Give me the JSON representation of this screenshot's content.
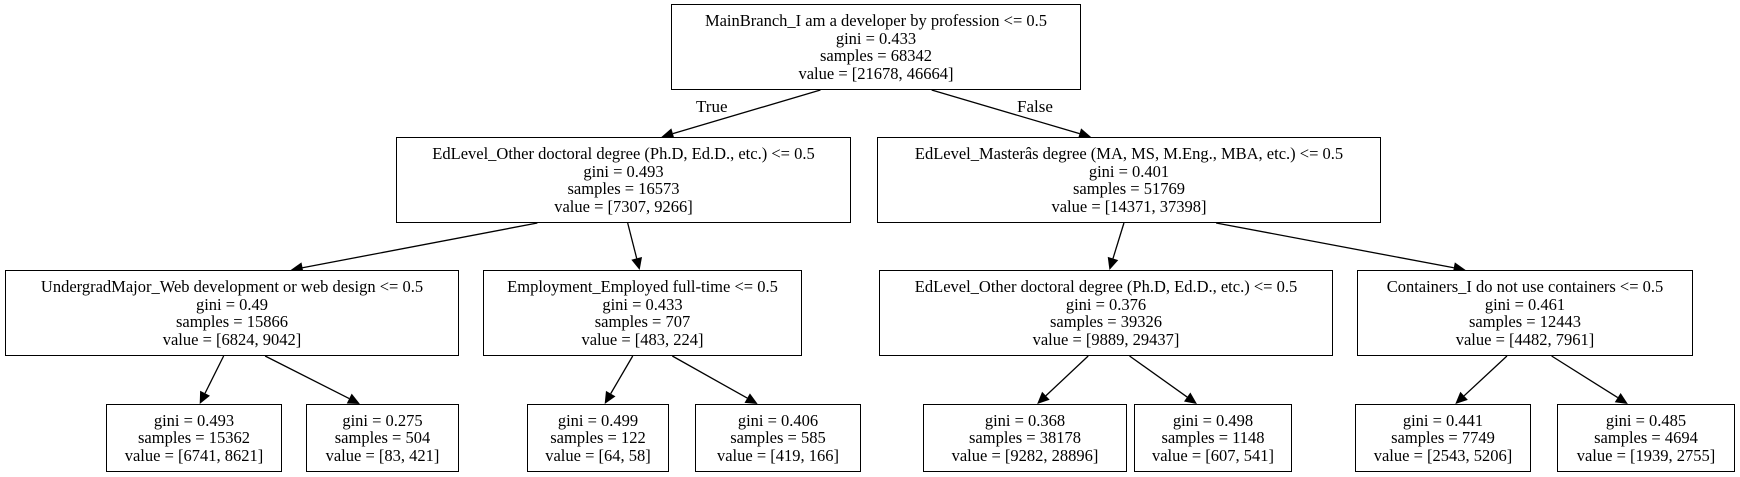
{
  "nodes": [
    {
      "id": "n0",
      "lines": [
        "MainBranch_I am a developer by profession <= 0.5",
        "gini = 0.433",
        "samples = 68342",
        "value = [21678, 46664]"
      ]
    },
    {
      "id": "n1",
      "lines": [
        "EdLevel_Other doctoral degree (Ph.D, Ed.D., etc.) <= 0.5",
        "gini = 0.493",
        "samples = 16573",
        "value = [7307, 9266]"
      ]
    },
    {
      "id": "n2",
      "lines": [
        "EdLevel_Masterâs degree (MA, MS, M.Eng., MBA, etc.) <= 0.5",
        "gini = 0.401",
        "samples = 51769",
        "value = [14371, 37398]"
      ]
    },
    {
      "id": "n3",
      "lines": [
        "UndergradMajor_Web development or web design <= 0.5",
        "gini = 0.49",
        "samples = 15866",
        "value = [6824, 9042]"
      ]
    },
    {
      "id": "n4",
      "lines": [
        "Employment_Employed full-time <= 0.5",
        "gini = 0.433",
        "samples = 707",
        "value = [483, 224]"
      ]
    },
    {
      "id": "n5",
      "lines": [
        "EdLevel_Other doctoral degree (Ph.D, Ed.D., etc.) <= 0.5",
        "gini = 0.376",
        "samples = 39326",
        "value = [9889, 29437]"
      ]
    },
    {
      "id": "n6",
      "lines": [
        "Containers_I do not use containers <= 0.5",
        "gini = 0.461",
        "samples = 12443",
        "value = [4482, 7961]"
      ]
    },
    {
      "id": "n7",
      "lines": [
        "gini = 0.493",
        "samples = 15362",
        "value = [6741, 8621]"
      ]
    },
    {
      "id": "n8",
      "lines": [
        "gini = 0.275",
        "samples = 504",
        "value = [83, 421]"
      ]
    },
    {
      "id": "n9",
      "lines": [
        "gini = 0.499",
        "samples = 122",
        "value = [64, 58]"
      ]
    },
    {
      "id": "n10",
      "lines": [
        "gini = 0.406",
        "samples = 585",
        "value = [419, 166]"
      ]
    },
    {
      "id": "n11",
      "lines": [
        "gini = 0.368",
        "samples = 38178",
        "value = [9282, 28896]"
      ]
    },
    {
      "id": "n12",
      "lines": [
        "gini = 0.498",
        "samples = 1148",
        "value = [607, 541]"
      ]
    },
    {
      "id": "n13",
      "lines": [
        "gini = 0.441",
        "samples = 7749",
        "value = [2543, 5206]"
      ]
    },
    {
      "id": "n14",
      "lines": [
        "gini = 0.485",
        "samples = 4694",
        "value = [1939, 2755]"
      ]
    }
  ],
  "edges": [
    {
      "from": "n0",
      "to": "n1",
      "label": "True"
    },
    {
      "from": "n0",
      "to": "n2",
      "label": "False"
    },
    {
      "from": "n1",
      "to": "n3"
    },
    {
      "from": "n1",
      "to": "n4"
    },
    {
      "from": "n2",
      "to": "n5"
    },
    {
      "from": "n2",
      "to": "n6"
    },
    {
      "from": "n3",
      "to": "n7"
    },
    {
      "from": "n3",
      "to": "n8"
    },
    {
      "from": "n4",
      "to": "n9"
    },
    {
      "from": "n4",
      "to": "n10"
    },
    {
      "from": "n5",
      "to": "n11"
    },
    {
      "from": "n5",
      "to": "n12"
    },
    {
      "from": "n6",
      "to": "n13"
    },
    {
      "from": "n6",
      "to": "n14"
    }
  ]
}
